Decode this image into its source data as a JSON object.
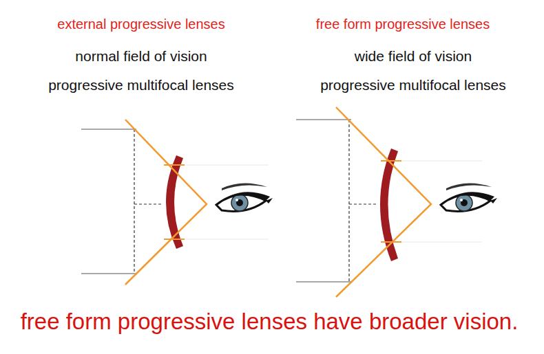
{
  "diagram": {
    "caption": "free form progressive lenses have broader vision.",
    "labels": [
      "external progressive lenses",
      "normal field of vision",
      "progressive multifocal lenses",
      "free form progressive lenses",
      "wide field of vision",
      "progressive multifocal lenses"
    ]
  }
}
